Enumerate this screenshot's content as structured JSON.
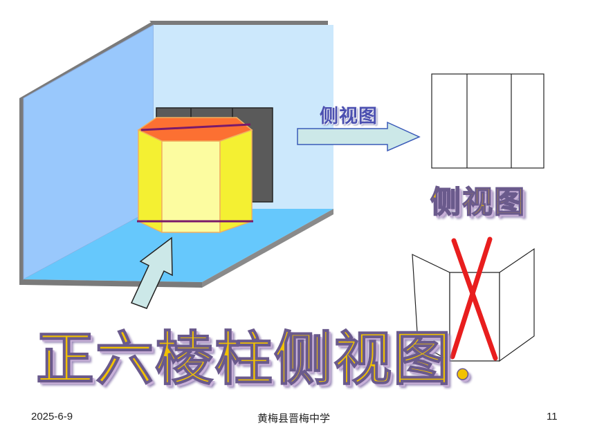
{
  "arrow_label": "侧视图",
  "view_title": "侧视图",
  "main_title": "正六棱柱侧视图.",
  "footer": {
    "date": "2025-6-9",
    "school": "黄梅县晋梅中学",
    "page": "11"
  },
  "colors": {
    "left_wall": "#99c8fc",
    "back_wall": "#cce8fc",
    "floor": "#66c8fc",
    "wall_shadow": "#7a7a7a",
    "prism_face": "#f4f032",
    "prism_center_face": "#fcfca0",
    "prism_top": "#fc7032",
    "edge_line": "#7a1a6a",
    "back_projection": "#5a5a5a",
    "arrow_fill": "#cce8e8",
    "arrow_stroke": "#3a5ab8",
    "cross": "#e81e1e"
  }
}
